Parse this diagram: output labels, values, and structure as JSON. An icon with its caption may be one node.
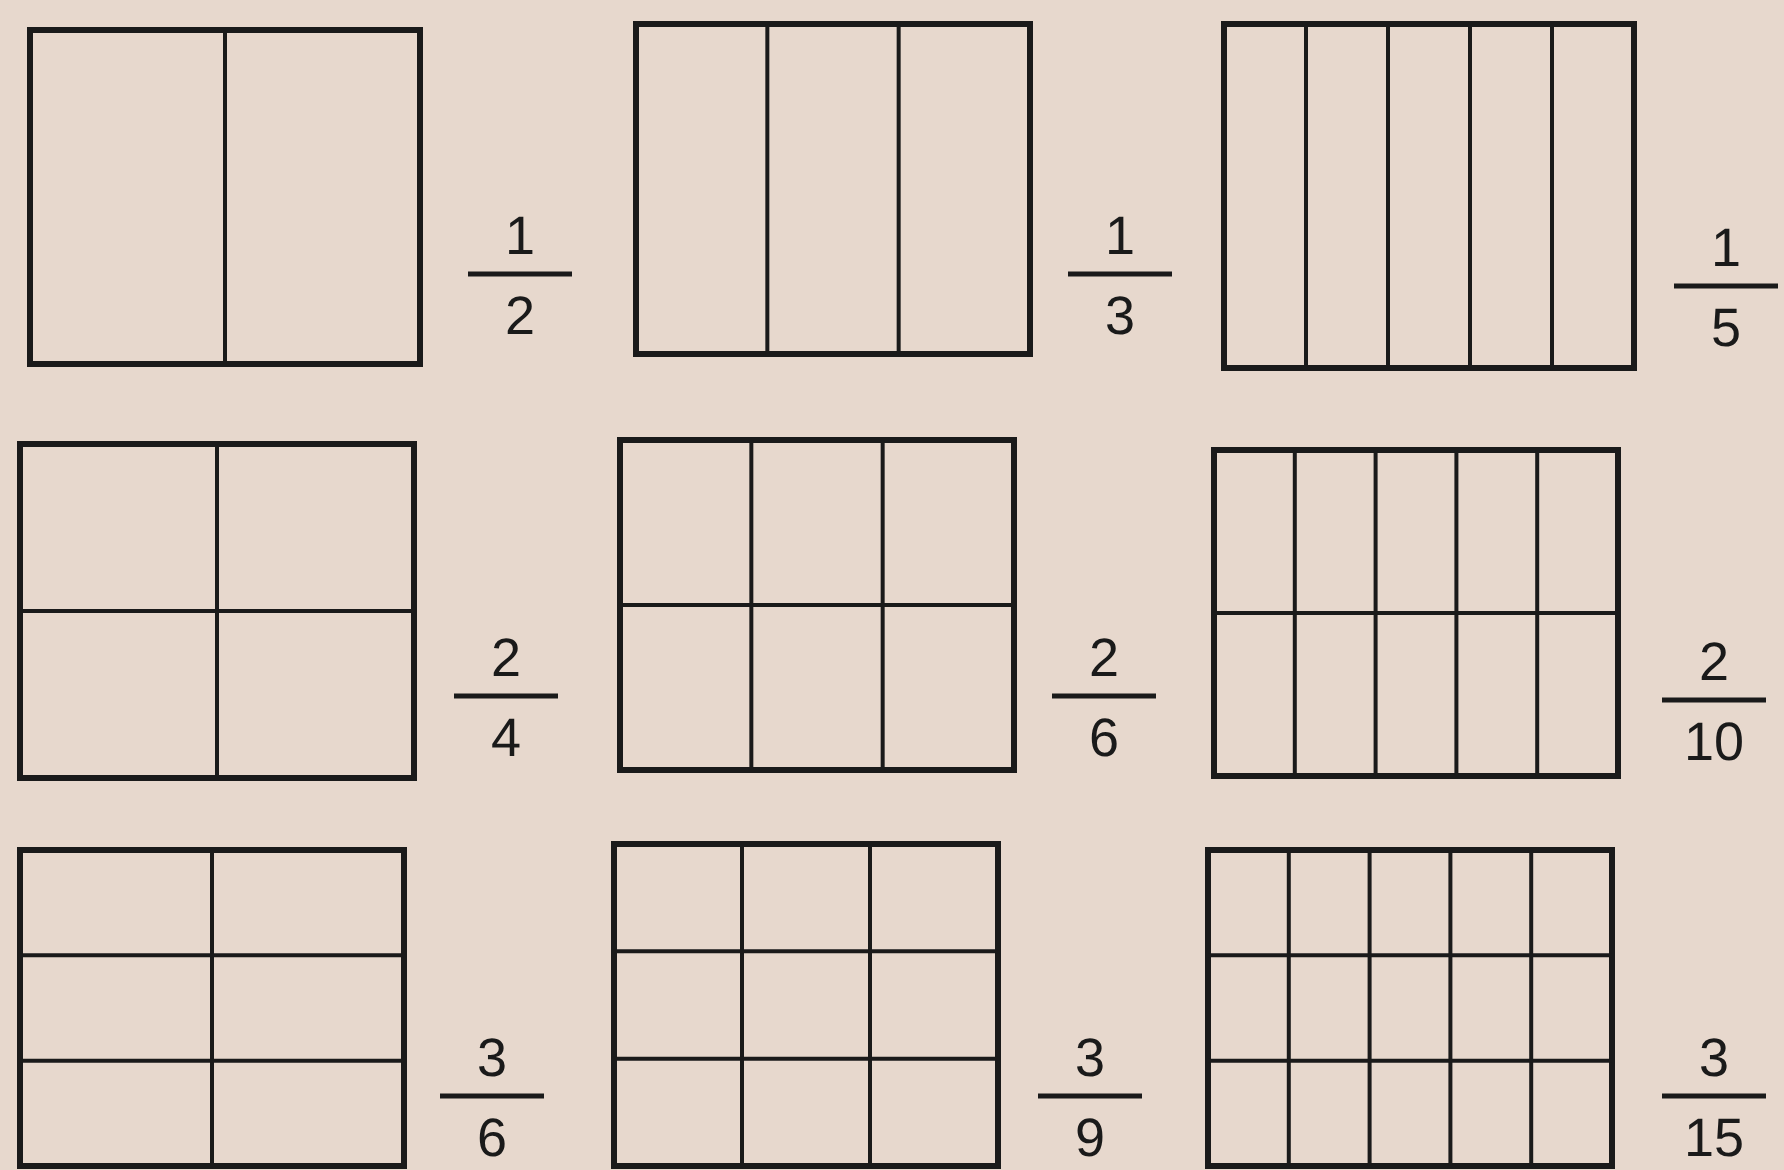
{
  "diagram": {
    "labels": [
      "1",
      "2",
      "1",
      "3",
      "1",
      "5",
      "2",
      "4",
      "2",
      "6",
      "2",
      "10",
      "3",
      "6",
      "3",
      "9",
      "3",
      "15"
    ]
  }
}
